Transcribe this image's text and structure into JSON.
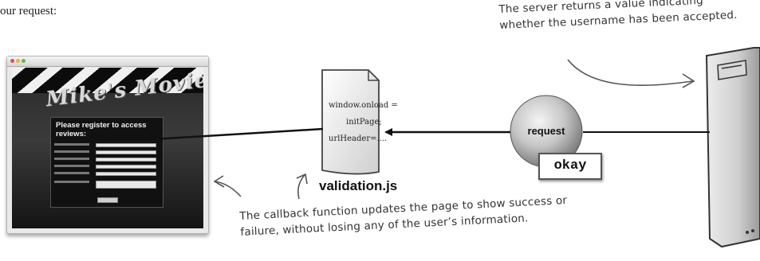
{
  "intro_text": "our request:",
  "annotations": {
    "server_note_line1": "The server returns a value indicating",
    "server_note_line2": "whether the username has been accepted.",
    "callback_note_line1": "The callback function updates the page to show success or",
    "callback_note_line2": "failure, without losing any of the user’s information."
  },
  "browser": {
    "logo_text": "Mike's Movies",
    "panel_heading": "Please register to access\nreviews:"
  },
  "script_file": {
    "filename": "validation.js",
    "code_lines": [
      "window.onload =",
      "initPage;",
      "urlHeader=...."
    ]
  },
  "request_bubble": {
    "label": "request"
  },
  "response_value": "okay",
  "colors": {
    "bubble_gradient_light": "#ececec",
    "bubble_gradient_dark": "#8a8a8a",
    "arrow": "#111111",
    "server_body": "#cfcfcf"
  }
}
